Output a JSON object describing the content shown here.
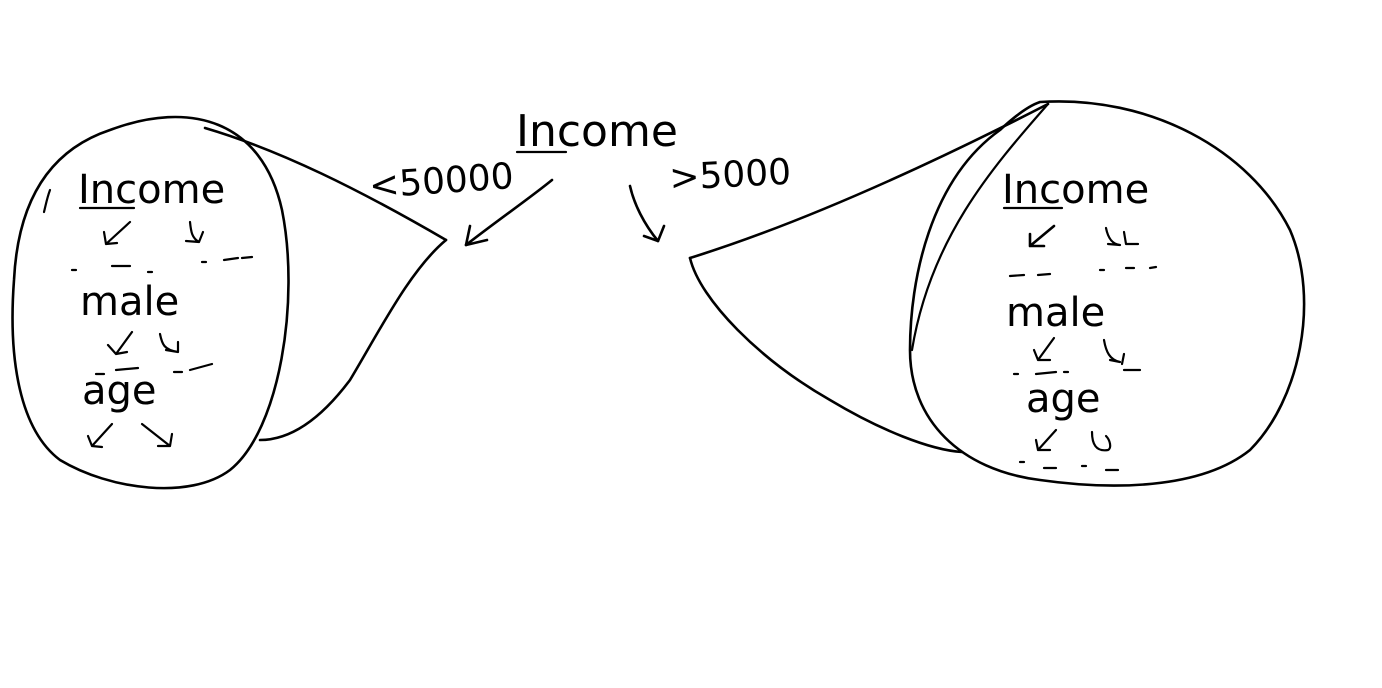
{
  "colors": {
    "ink": "#000000",
    "background": "#ffffff"
  },
  "root": {
    "label": "Income"
  },
  "branches": {
    "left": {
      "edge_label": "<50000",
      "subtree": [
        "Income",
        "male",
        "age"
      ]
    },
    "right": {
      "edge_label": ">5000",
      "subtree": [
        "Income",
        "male",
        "age"
      ]
    }
  }
}
